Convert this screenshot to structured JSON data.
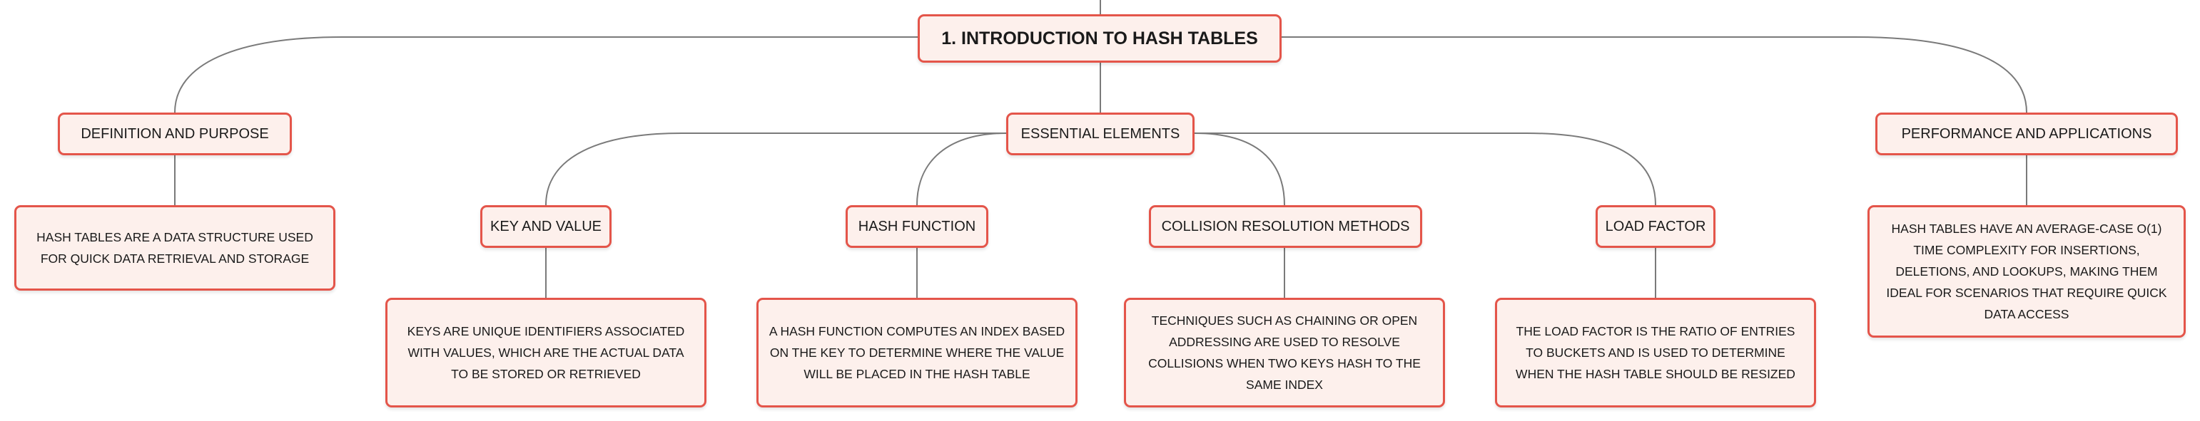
{
  "diagram": {
    "root": {
      "label": "1. INTRODUCTION TO HASH TABLES"
    },
    "branches": {
      "definition": {
        "label": "DEFINITION AND PURPOSE",
        "detail": "HASH TABLES ARE A DATA STRUCTURE USED FOR QUICK DATA RETRIEVAL AND STORAGE"
      },
      "essential": {
        "label": "ESSENTIAL ELEMENTS",
        "children": {
          "key_value": {
            "label": "KEY AND VALUE",
            "detail": "KEYS ARE UNIQUE IDENTIFIERS ASSOCIATED WITH VALUES, WHICH ARE THE ACTUAL DATA TO BE STORED OR RETRIEVED"
          },
          "hash_function": {
            "label": "HASH FUNCTION",
            "detail": "A HASH FUNCTION COMPUTES AN INDEX BASED ON THE KEY TO DETERMINE WHERE THE VALUE WILL BE PLACED IN THE HASH TABLE"
          },
          "collision": {
            "label": "COLLISION RESOLUTION METHODS",
            "detail": "TECHNIQUES SUCH AS CHAINING OR OPEN ADDRESSING ARE USED TO RESOLVE COLLISIONS WHEN TWO KEYS HASH TO THE SAME INDEX"
          },
          "load_factor": {
            "label": "LOAD FACTOR",
            "detail": "THE LOAD FACTOR IS THE RATIO OF ENTRIES TO BUCKETS AND IS USED TO DETERMINE WHEN THE HASH TABLE SHOULD BE RESIZED"
          }
        }
      },
      "performance": {
        "label": "PERFORMANCE AND APPLICATIONS",
        "detail": "HASH TABLES HAVE AN AVERAGE-CASE O(1) TIME COMPLEXITY FOR INSERTIONS, DELETIONS, AND LOOKUPS, MAKING THEM IDEAL FOR SCENARIOS THAT REQUIRE QUICK DATA ACCESS"
      }
    },
    "colors": {
      "border": "#e4554a",
      "fill": "#fdf0ec",
      "connector": "#7a7a7a"
    }
  }
}
